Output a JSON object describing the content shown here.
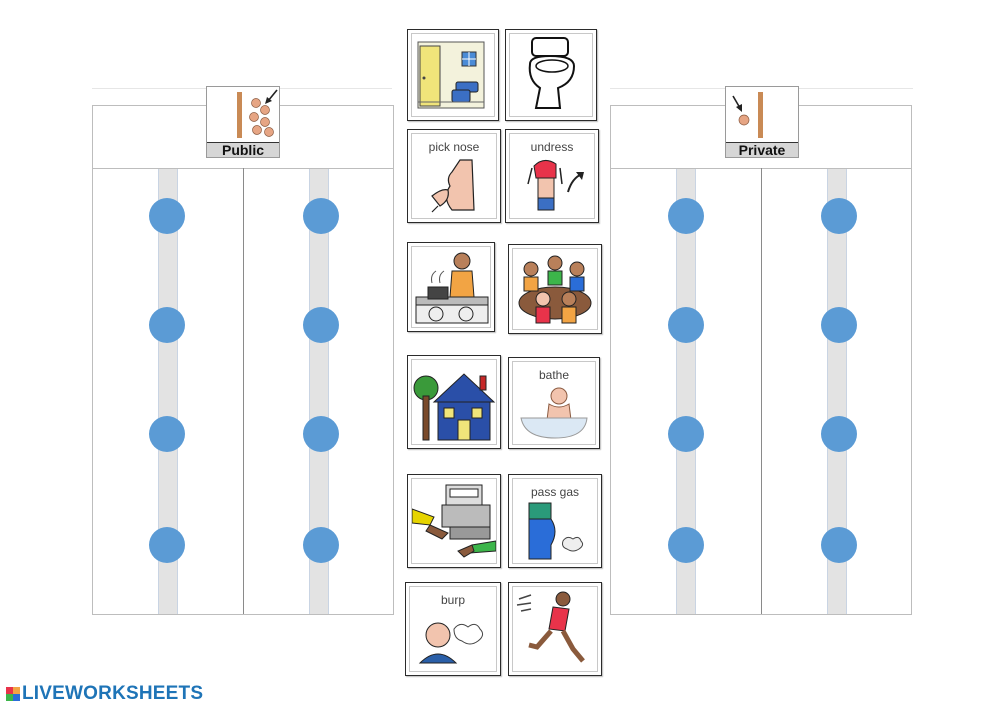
{
  "sort": {
    "public": {
      "label": "Public",
      "symbol_icon": "public-people-icon"
    },
    "private": {
      "label": "Private",
      "symbol_icon": "private-person-icon"
    }
  },
  "cards": [
    {
      "id": "bathroom",
      "text": "",
      "icon": "bathroom-icon"
    },
    {
      "id": "toilet",
      "text": "",
      "icon": "toilet-icon"
    },
    {
      "id": "pick-nose",
      "text": "pick nose",
      "icon": "pick-nose-icon"
    },
    {
      "id": "undress",
      "text": "undress",
      "icon": "undress-icon"
    },
    {
      "id": "cooking",
      "text": "",
      "icon": "cooking-icon"
    },
    {
      "id": "group",
      "text": "",
      "icon": "group-people-icon"
    },
    {
      "id": "house",
      "text": "",
      "icon": "house-icon"
    },
    {
      "id": "bathe",
      "text": "bathe",
      "icon": "bathe-icon"
    },
    {
      "id": "cash-register",
      "text": "",
      "icon": "cash-register-icon"
    },
    {
      "id": "pass-gas",
      "text": "pass gas",
      "icon": "pass-gas-icon"
    },
    {
      "id": "burp",
      "text": "burp",
      "icon": "burp-icon"
    },
    {
      "id": "running",
      "text": "",
      "icon": "running-icon"
    }
  ],
  "colors": {
    "dot": "#5b9bd5",
    "logo": "#1e74b7"
  },
  "footer": {
    "brand": "LIVEWORKSHEETS"
  }
}
